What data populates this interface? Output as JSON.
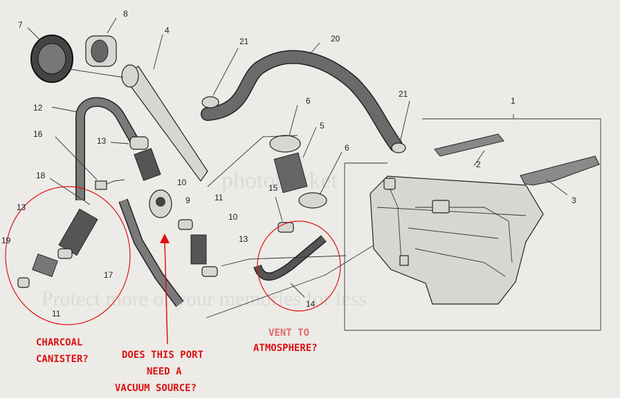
{
  "watermark": {
    "logo": "photobucket",
    "tagline": "Protect more of your memories for less"
  },
  "part_numbers": {
    "p1": "1",
    "p2": "2",
    "p3": "3",
    "p4": "4",
    "p5": "5",
    "p6a": "6",
    "p6b": "6",
    "p7": "7",
    "p8": "8",
    "p9": "9",
    "p10a": "10",
    "p10b": "10",
    "p11a": "11",
    "p11b": "11",
    "p12": "12",
    "p13a": "13",
    "p13b": "13",
    "p13c": "13",
    "p14": "14",
    "p15": "15",
    "p16": "16",
    "p17": "17",
    "p18": "18",
    "p19": "19",
    "p20": "20",
    "p21a": "21",
    "p21b": "21"
  },
  "annotations": {
    "charcoal_line1": "CHARCOAL",
    "charcoal_line2": "CANISTER?",
    "port_line1": "DOES THIS PORT",
    "port_line2": "NEED A",
    "port_line3": "VACUUM SOURCE?",
    "vent_line1": "VENT TO",
    "vent_line2": "ATMOSPHERE?"
  },
  "colors": {
    "annotation_red": "#d11111",
    "vent_text_pink": "#e06a6a",
    "paper": "#ecebe8",
    "line_art": "#222222"
  }
}
